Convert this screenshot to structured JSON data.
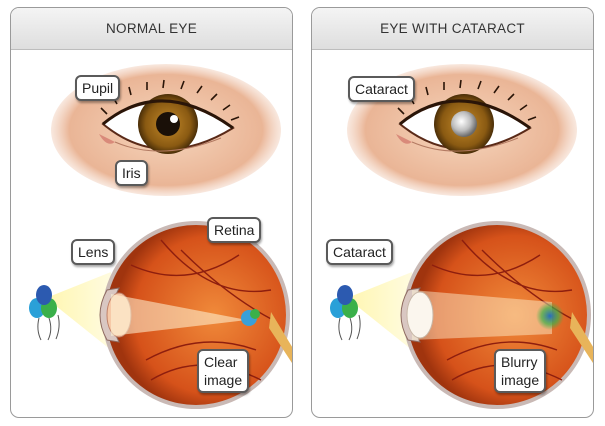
{
  "panels": [
    {
      "title": "NORMAL EYE",
      "labels": {
        "top_1": "Pupil",
        "top_2": "Iris",
        "lens": "Lens",
        "retina": "Retina",
        "image": "Clear\nimage"
      }
    },
    {
      "title": "EYE WITH CATARACT",
      "labels": {
        "top_1": "Cataract",
        "lens": "Cataract",
        "image": "Blurry\nimage"
      }
    }
  ],
  "colors": {
    "iris": "#8a5a12",
    "skin": "#f1c6a8",
    "eyeball": "#d6521a",
    "lens_clear": "#f6c9a8",
    "lens_cloudy": "#fbf6ee",
    "light_beam": "#fff6b0"
  },
  "icons": [
    "balloons-icon",
    "light-beam-icon",
    "eye-exterior-icon",
    "eyeball-cross-section-icon"
  ]
}
